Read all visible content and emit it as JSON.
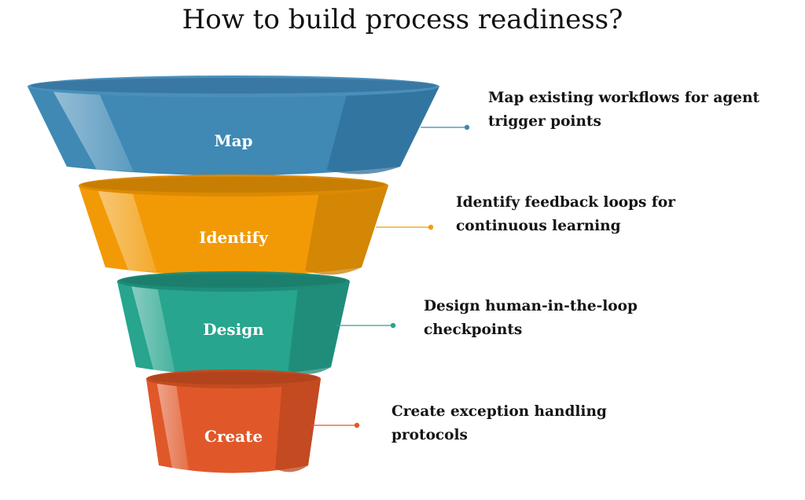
{
  "title": "How to build process readiness?",
  "stages": [
    {
      "label": "Map",
      "description_lines": [
        "Map existing workflows for agent",
        "trigger points"
      ],
      "colors": {
        "main": "#3f89b4",
        "dark": "#2f6f99",
        "top": "#4a8fbb",
        "rim": "#2b6690"
      }
    },
    {
      "label": "Identify",
      "description_lines": [
        "Identify feedback loops for",
        "continuous learning"
      ],
      "colors": {
        "main": "#f29a06",
        "dark": "#c97f05",
        "top": "#dc8a04",
        "rim": "#b87304"
      }
    },
    {
      "label": "Design",
      "description_lines": [
        "Design human-in-the-loop",
        "checkpoints"
      ],
      "colors": {
        "main": "#27a58e",
        "dark": "#1f8674",
        "top": "#1f8c79",
        "rim": "#1a7565"
      }
    },
    {
      "label": "Create",
      "description_lines": [
        "Create exception handling",
        "protocols"
      ],
      "colors": {
        "main": "#e0582a",
        "dark": "#b9461f",
        "top": "#c24b20",
        "rim": "#a63e1a"
      }
    }
  ]
}
